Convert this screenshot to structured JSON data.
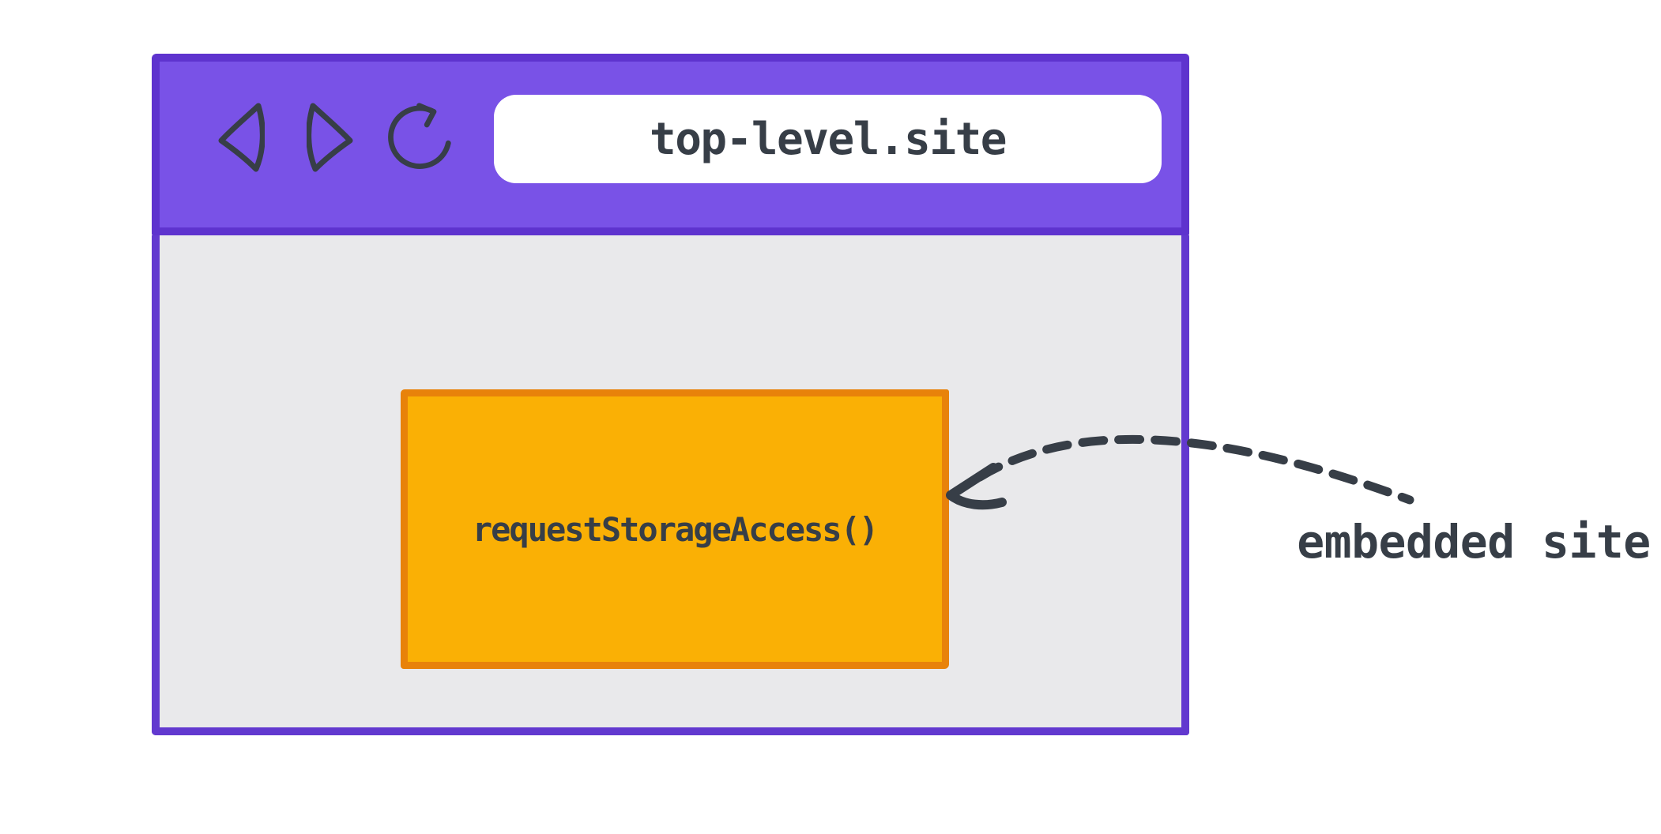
{
  "diagram": {
    "browser": {
      "toolbar": {
        "icons": {
          "back": "back-icon",
          "forward": "forward-icon",
          "reload": "reload-icon"
        },
        "address_bar": {
          "value": "top-level.site"
        }
      },
      "page": {
        "embedded_frame": {
          "label": "requestStorageAccess()"
        }
      }
    },
    "annotation": {
      "label": "embedded site",
      "arrow": "dashed-curved-arrow"
    },
    "colors": {
      "toolbar_purple": "#7952E7",
      "toolbar_border_purple": "#5E33CE",
      "window_border_purple": "#6239CF",
      "page_background_gray": "#E9E9EB",
      "frame_orange": "#FAB005",
      "frame_border_orange": "#E8820A",
      "address_bar_white": "#FFFFFF",
      "ink": "#373E47"
    }
  }
}
